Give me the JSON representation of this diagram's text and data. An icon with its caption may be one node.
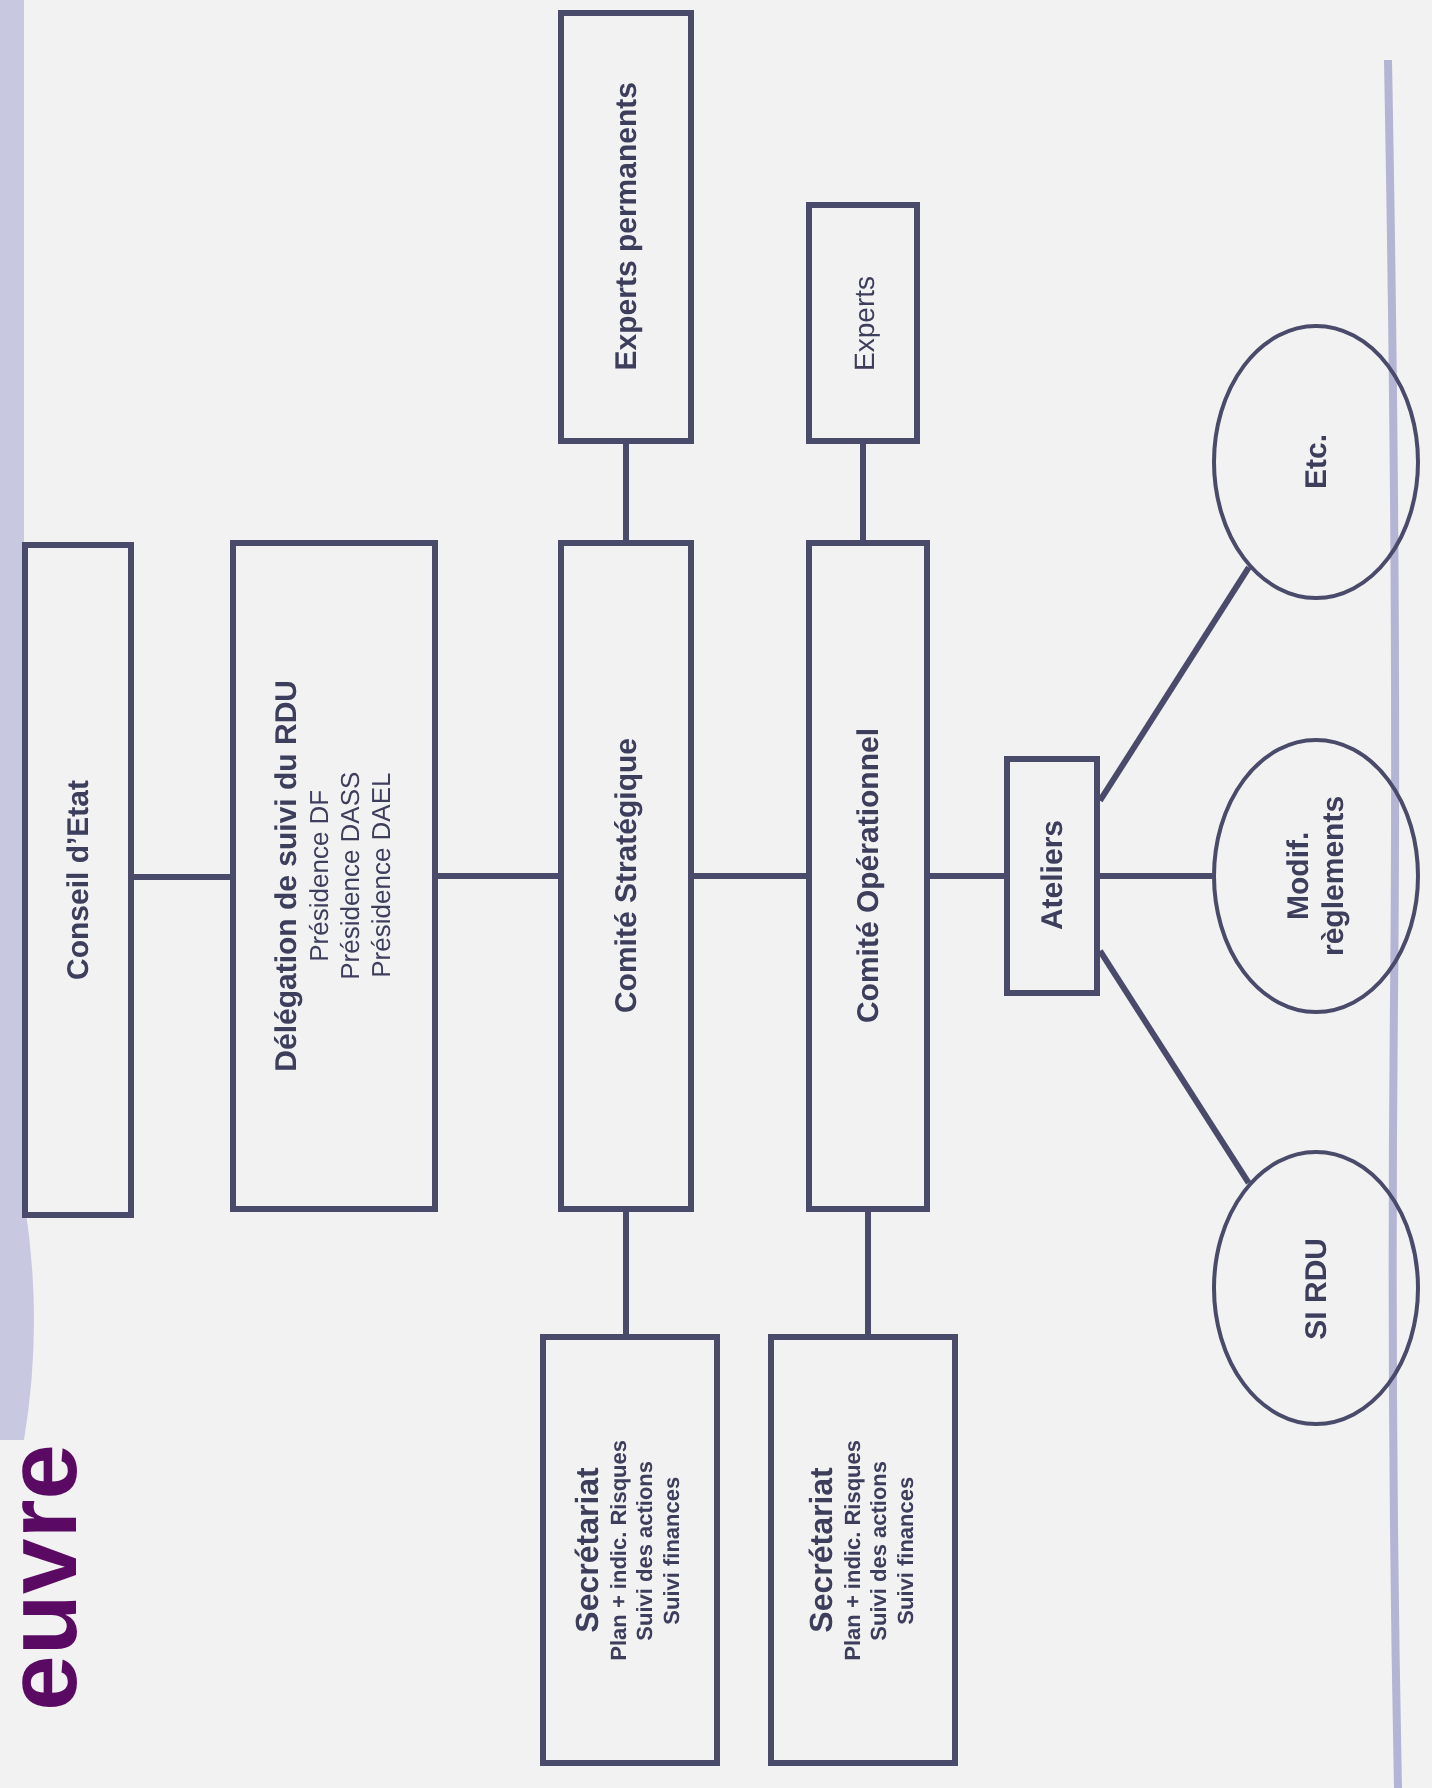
{
  "diagram": {
    "title": "euvre",
    "nodes": [
      {
        "text": [
          "Conseil d’Etat"
        ]
      },
      {
        "text": [
          "Délégation de suivi du RDU",
          "Présidence DF",
          "Présidence DASS",
          "Présidence DAEL"
        ]
      },
      {
        "text": [
          "Experts permanents"
        ]
      },
      {
        "text": [
          "Comité Stratégique"
        ]
      },
      {
        "text": [
          "Secrétariat",
          "Plan + indic. Risques",
          "Suivi des actions",
          "Suivi finances"
        ]
      },
      {
        "text": [
          "Experts"
        ]
      },
      {
        "text": [
          "Comité Opérationnel"
        ]
      },
      {
        "text": [
          "Secrétariat",
          "Plan + indic. Risques",
          "Suivi des actions",
          "Suivi finances"
        ]
      },
      {
        "text": [
          "Ateliers"
        ]
      },
      {
        "text": [
          "Etc."
        ]
      },
      {
        "text": [
          "Modif. règlements"
        ]
      },
      {
        "text": [
          "SI RDU"
        ]
      }
    ],
    "edges": [
      {
        "from": 0,
        "to": 1,
        "arrow": "none"
      },
      {
        "from": 1,
        "to": 3,
        "arrow": "none"
      },
      {
        "from": 3,
        "to": 2,
        "arrow": "none"
      },
      {
        "from": 3,
        "to": 4,
        "arrow": "none"
      },
      {
        "from": 3,
        "to": 6,
        "arrow": "none"
      },
      {
        "from": 6,
        "to": 5,
        "arrow": "none"
      },
      {
        "from": 6,
        "to": 7,
        "arrow": "none"
      },
      {
        "from": 6,
        "to": 8,
        "arrow": "none"
      },
      {
        "from": 8,
        "to": 9,
        "arrow": "none"
      },
      {
        "from": 8,
        "to": 10,
        "arrow": "none"
      },
      {
        "from": 8,
        "to": 11,
        "arrow": "none"
      }
    ]
  }
}
